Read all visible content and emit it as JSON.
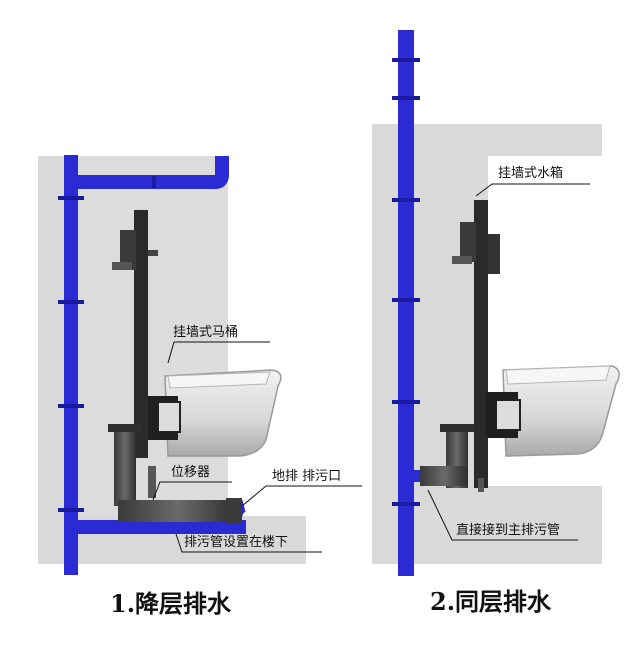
{
  "diagram1": {
    "title": "1.降层排水",
    "labels": {
      "toilet": "挂墙式马桶",
      "shifter": "位移器",
      "floor_drain": "地排 排污口",
      "sewer_below": "排污管设置在楼下"
    }
  },
  "diagram2": {
    "title": "2.同层排水",
    "labels": {
      "tank": "挂墙式水箱",
      "direct": "直接接到主排污管"
    }
  },
  "colors": {
    "pipe_blue": "#2b2bd6",
    "wall_gray": "#d9d9d9",
    "frame_dark": "#2a2a2a",
    "toilet_light": "#e9e9e9"
  }
}
